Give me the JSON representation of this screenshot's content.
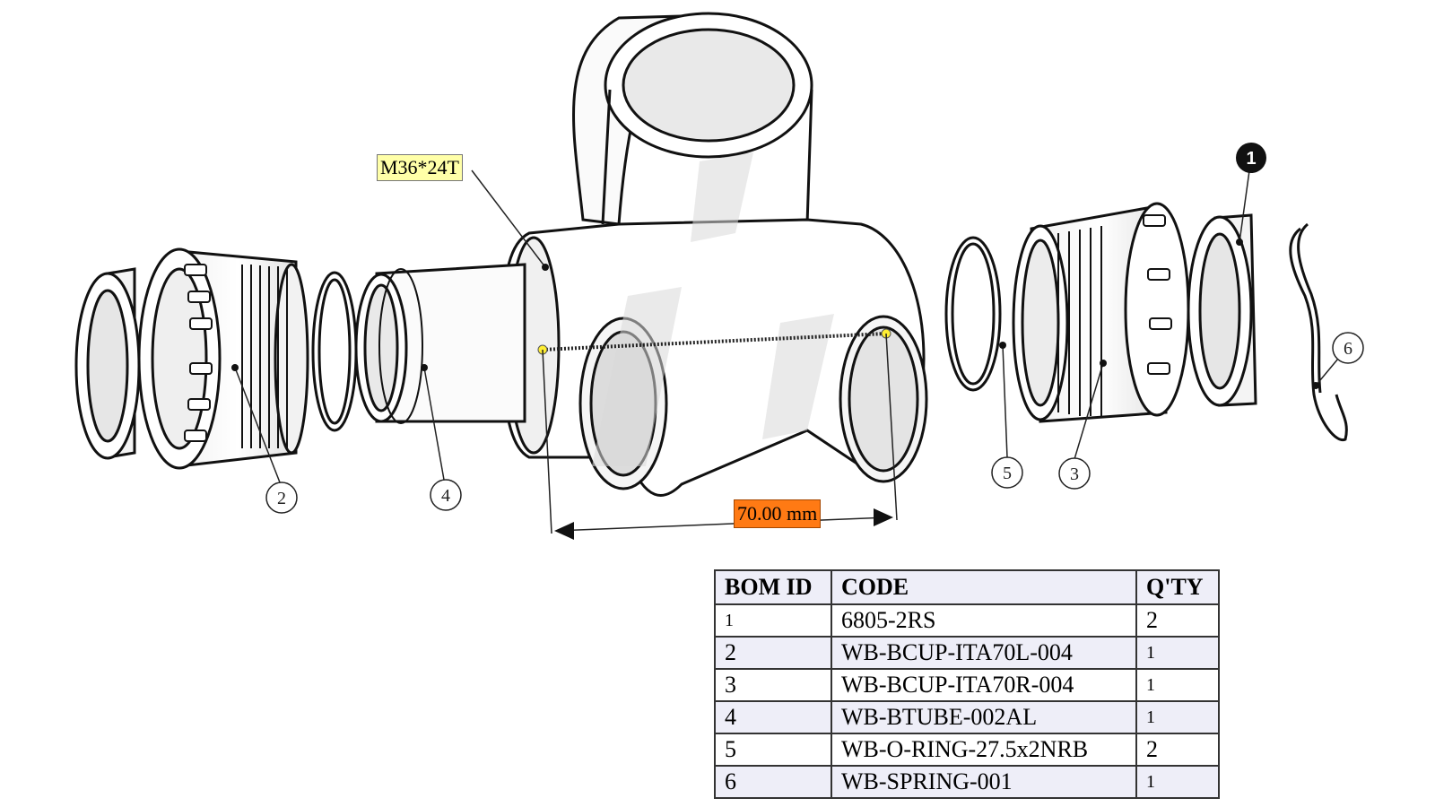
{
  "annotations": {
    "thread_label": "M36*24T",
    "dimension_label": "70.00 mm"
  },
  "callouts": [
    "1",
    "2",
    "3",
    "4",
    "5",
    "6"
  ],
  "bom_table": {
    "headers": [
      "BOM ID",
      "CODE",
      "Q'TY"
    ],
    "rows": [
      {
        "id": "1",
        "code": "6805-2RS",
        "qty": "2"
      },
      {
        "id": "2",
        "code": "WB-BCUP-ITA70L-004",
        "qty": "1"
      },
      {
        "id": "3",
        "code": "WB-BCUP-ITA70R-004",
        "qty": "1"
      },
      {
        "id": "4",
        "code": "WB-BTUBE-002AL",
        "qty": "1"
      },
      {
        "id": "5",
        "code": "WB-O-RING-27.5x2NRB",
        "qty": "2"
      },
      {
        "id": "6",
        "code": "WB-SPRING-001",
        "qty": "1"
      }
    ]
  },
  "colors": {
    "thread_label_bg": "#ffffa8",
    "dimension_label_bg": "#ff7a14",
    "table_row_alt": "#eeeef8",
    "measure_point": "#ffee33"
  }
}
